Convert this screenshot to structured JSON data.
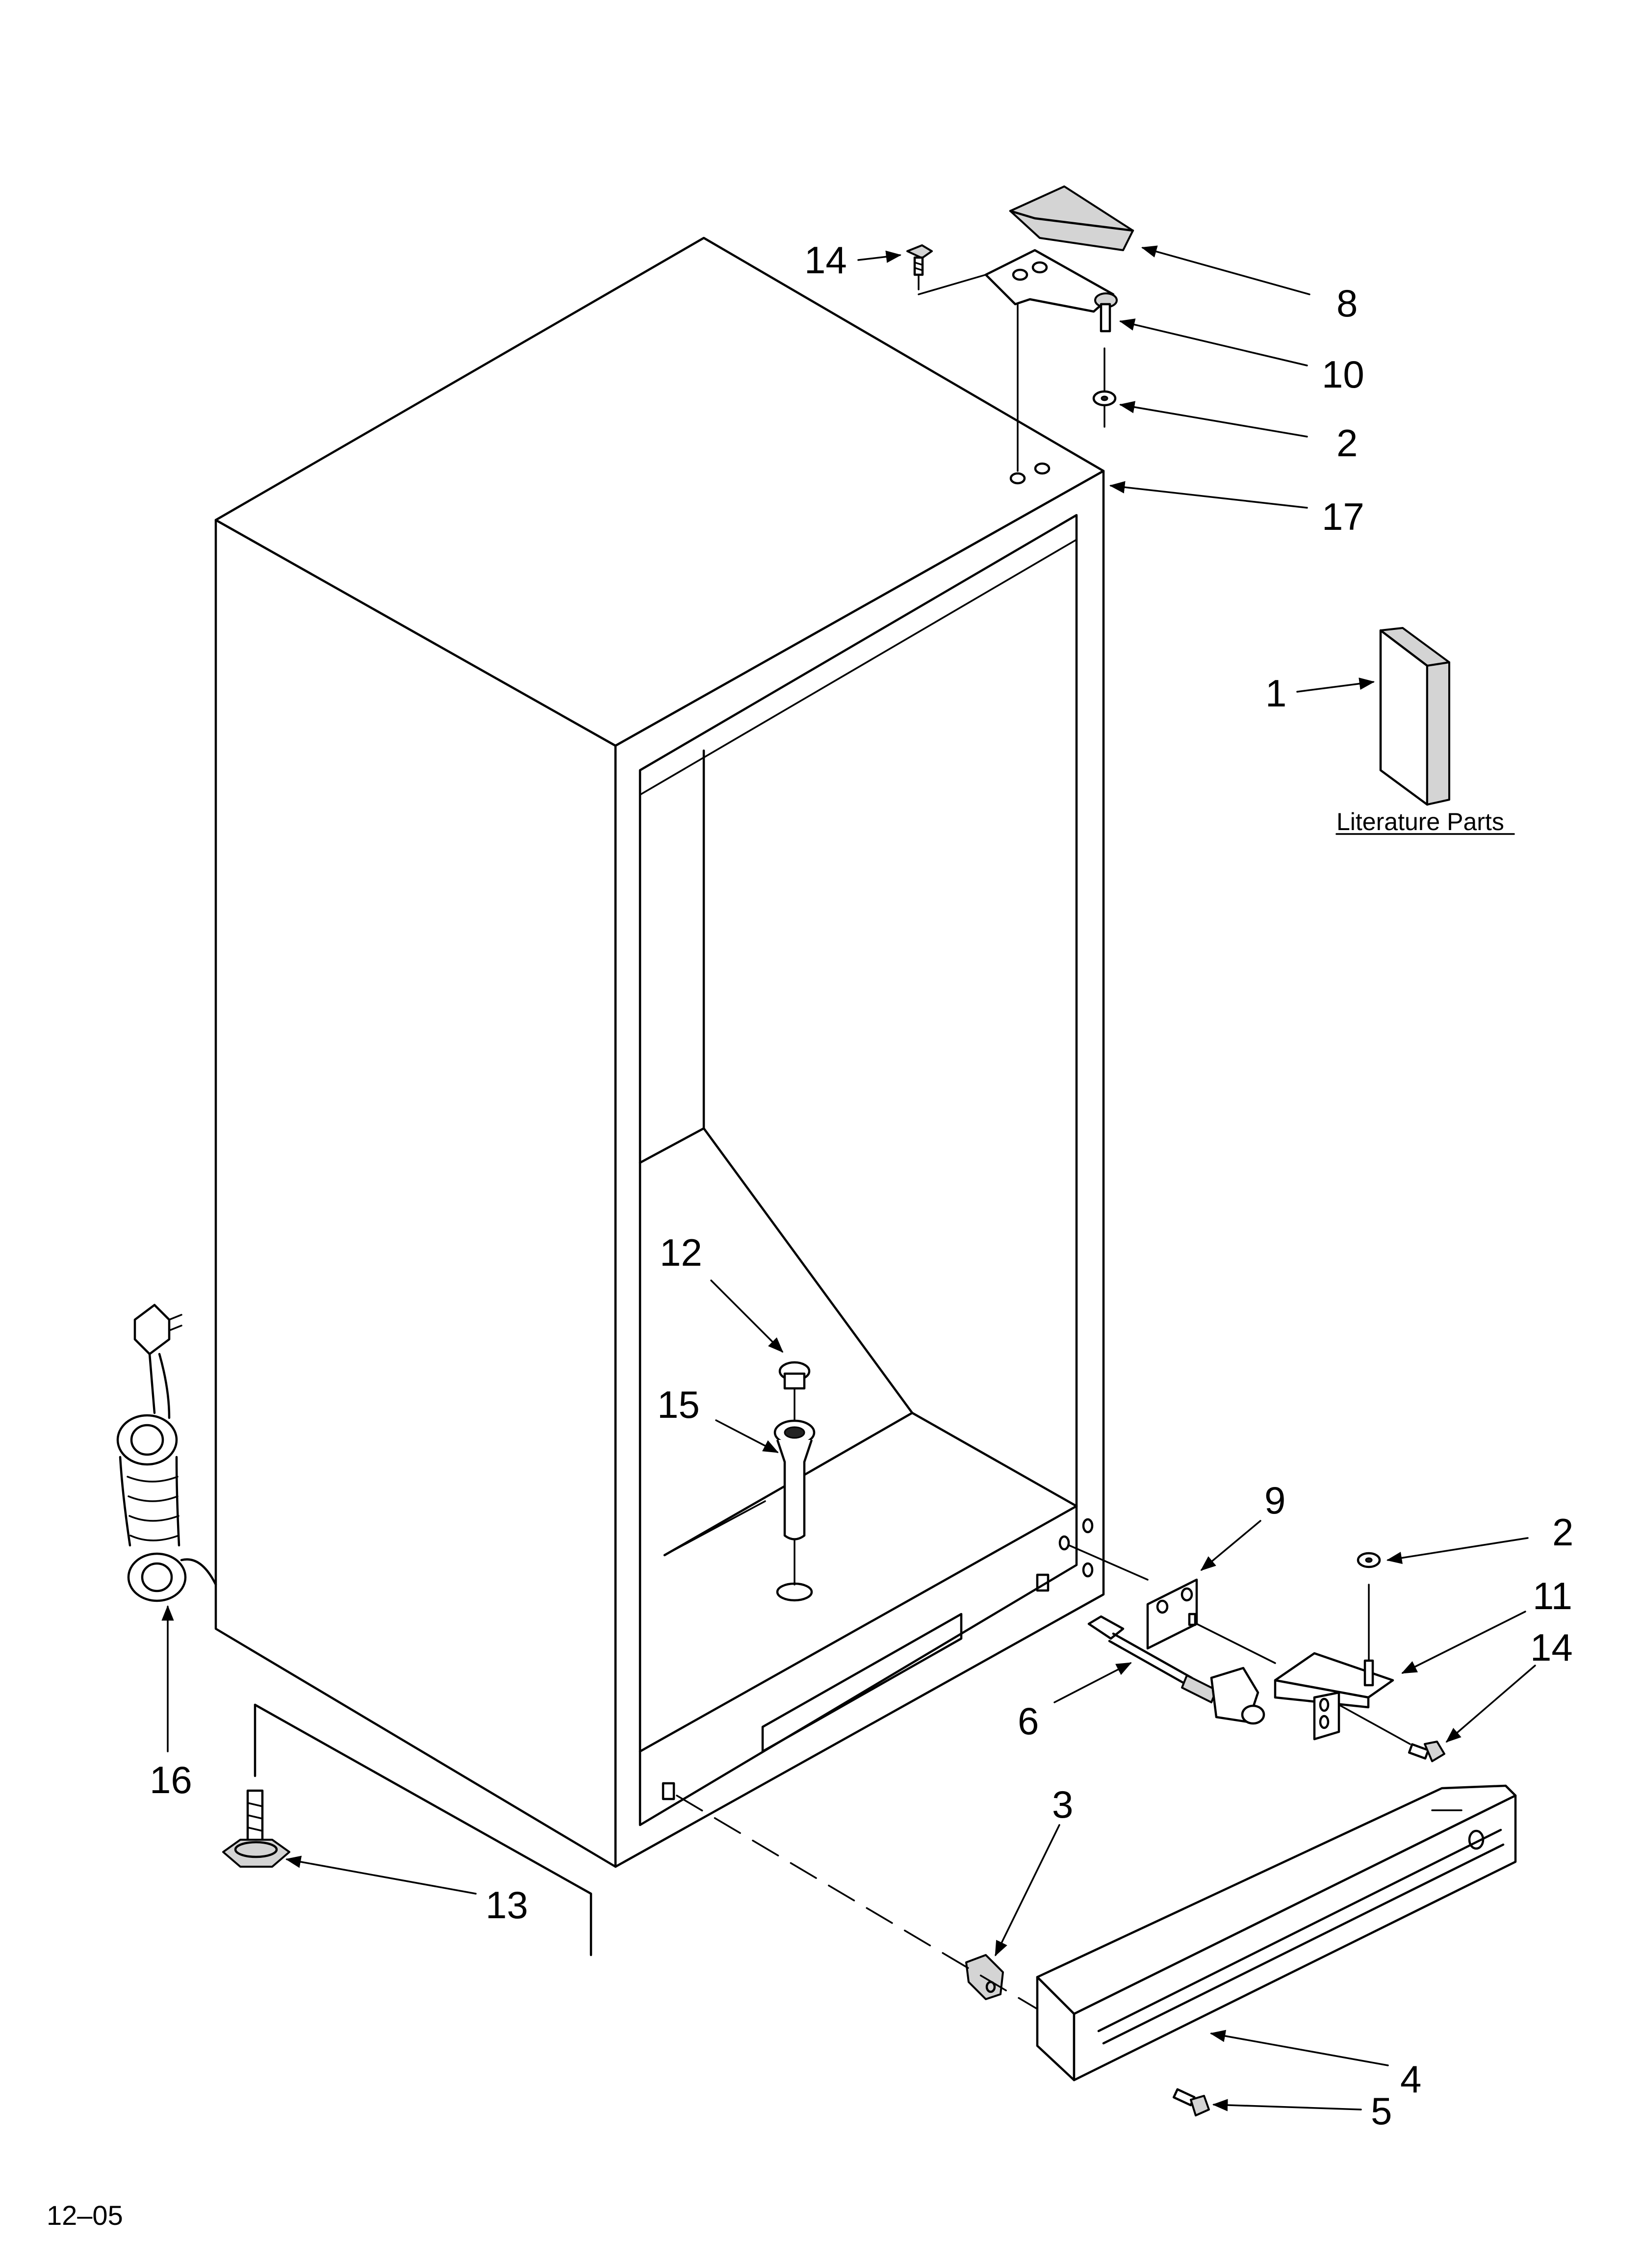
{
  "callouts": {
    "c14_top": "14",
    "c8": "8",
    "c10": "10",
    "c2_top": "2",
    "c17": "17",
    "c1": "1",
    "c12": "12",
    "c15": "15",
    "c9": "9",
    "c2_right": "2",
    "c11": "11",
    "c14_right": "14",
    "c6": "6",
    "c16": "16",
    "c3": "3",
    "c13": "13",
    "c4": "4",
    "c5": "5"
  },
  "literature_label": "Literature Parts",
  "revision_code": "12–05"
}
